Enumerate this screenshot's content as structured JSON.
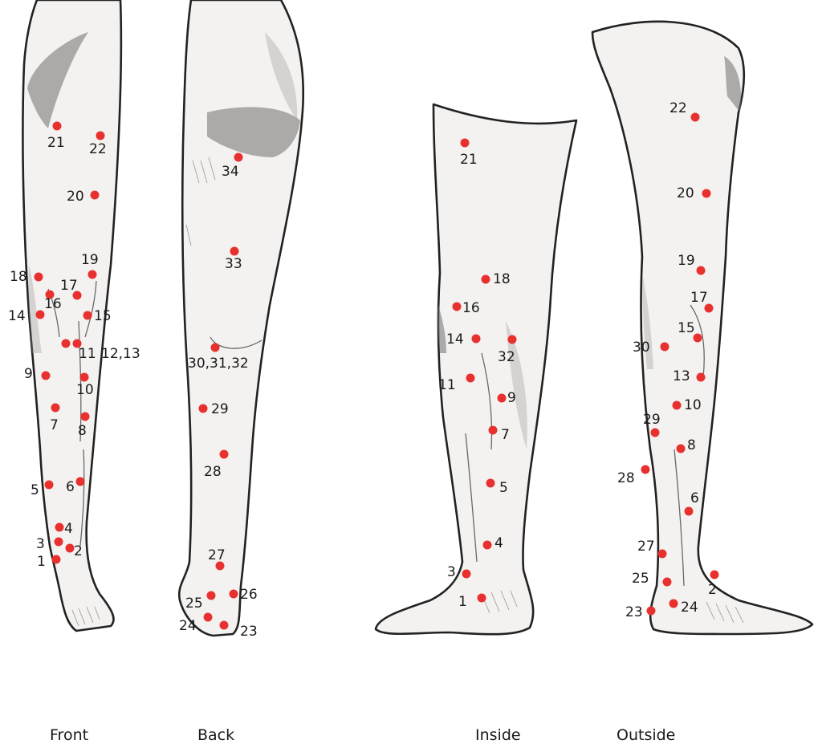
{
  "captions": {
    "front": "Front",
    "back": "Back",
    "inside": "Inside",
    "outside": "Outside"
  },
  "colors": {
    "point": "#e8312f"
  },
  "labels": {
    "front": {
      "p1": "1",
      "p2": "2",
      "p3": "3",
      "p4": "4",
      "p5": "5",
      "p6": "6",
      "p7": "7",
      "p8": "8",
      "p9": "9",
      "p10": "10",
      "p11": "11",
      "p12_13": "12,13",
      "p14": "14",
      "p15": "15",
      "p16": "16",
      "p17": "17",
      "p18": "18",
      "p19": "19",
      "p20": "20",
      "p21": "21",
      "p22": "22"
    },
    "back": {
      "p23": "23",
      "p24": "24",
      "p25": "25",
      "p26": "26",
      "p27": "27",
      "p28": "28",
      "p29": "29",
      "p30_32": "30,31,32",
      "p33": "33",
      "p34": "34"
    },
    "inside": {
      "p1": "1",
      "p3": "3",
      "p4": "4",
      "p5": "5",
      "p7": "7",
      "p9": "9",
      "p11": "11",
      "p14": "14",
      "p16": "16",
      "p18": "18",
      "p21": "21",
      "p32": "32"
    },
    "outside": {
      "p2": "2",
      "p6": "6",
      "p8": "8",
      "p10": "10",
      "p13": "13",
      "p15": "15",
      "p17": "17",
      "p19": "19",
      "p20": "20",
      "p22": "22",
      "p23": "23",
      "p24": "24",
      "p25": "25",
      "p27": "27",
      "p28": "28",
      "p29": "29",
      "p30": "30"
    }
  }
}
